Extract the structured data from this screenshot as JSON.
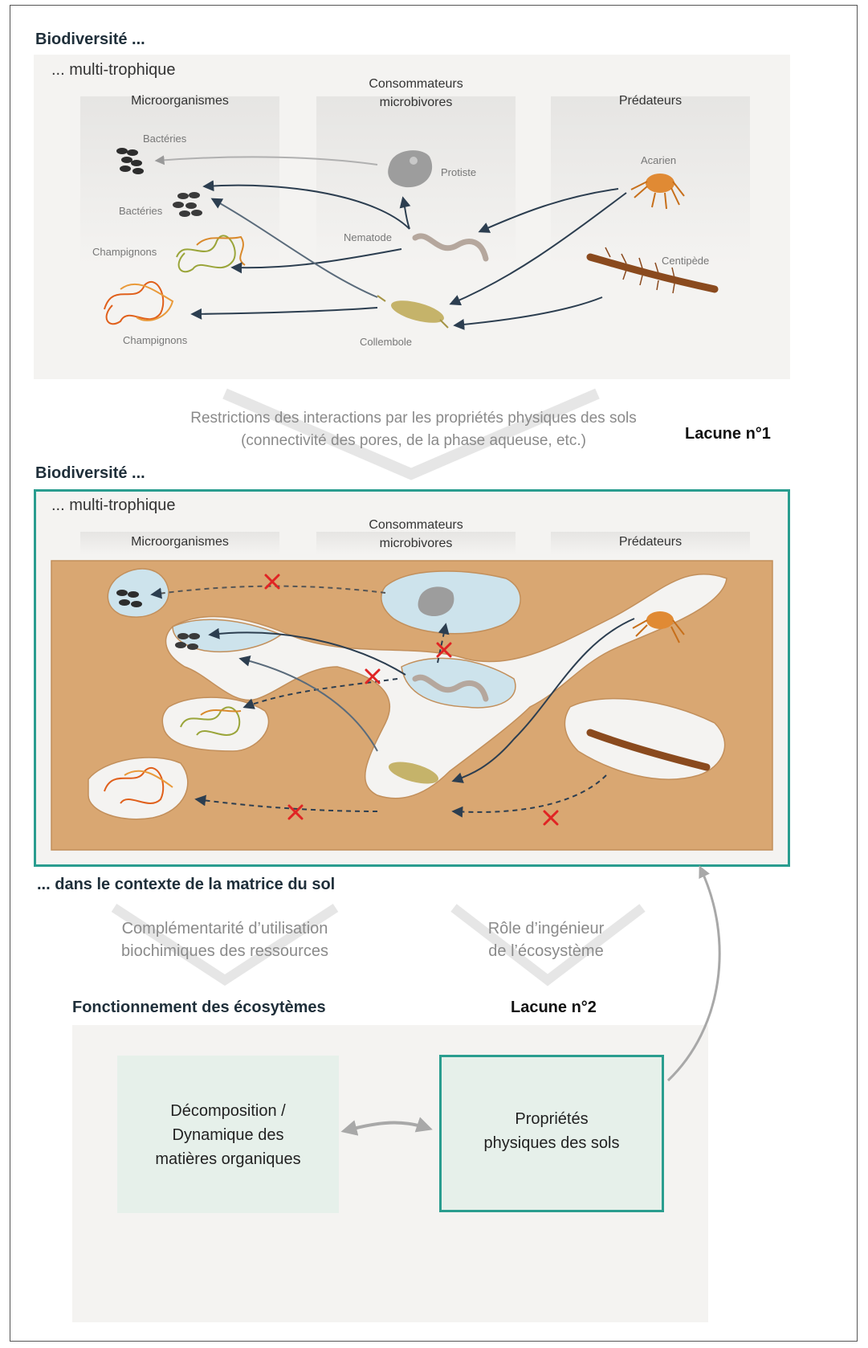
{
  "section1": {
    "title": "Biodiversité ...",
    "subtitle": "... multi-trophique",
    "columns": [
      "Microorganismes",
      "Consommateurs\nmicrobivores",
      "Prédateurs"
    ],
    "organisms": {
      "bacteria1": "Bactéries",
      "bacteria2": "Bactéries",
      "fungi1": "Champignons",
      "fungi2": "Champignons",
      "protist": "Protiste",
      "nematode": "Nematode",
      "collembola": "Collembole",
      "mite": "Acarien",
      "centipede": "Centipède"
    }
  },
  "transition1": {
    "text_line1": "Restrictions des interactions par les propriétés physiques des sols",
    "text_line2": "(connectivité des pores, de la phase aqueuse, etc.)",
    "gap": "Lacune n°1"
  },
  "section2": {
    "title": "Biodiversité ...",
    "subtitle": "... multi-trophique",
    "columns": [
      "Microorganismes",
      "Consommateurs\nmicrobivores",
      "Prédateurs"
    ],
    "context": "... dans le contexte de la matrice du sol"
  },
  "transition2": {
    "left_line1": "Complémentarité d’utilisation",
    "left_line2": "biochimiques des ressources",
    "right_line1": "Rôle d’ingénieur",
    "right_line2": "de l’écosystème"
  },
  "section3": {
    "title": "Fonctionnement des écosytèmes",
    "gap": "Lacune n°2",
    "box_left": "Décomposition /\nDynamique des\nmatières organiques",
    "box_right": "Propriétés\nphysiques des sols"
  },
  "colors": {
    "teal": "#2a9d8f",
    "soil": "#d9a772",
    "water": "#cde3ec",
    "cross": "#e02424",
    "arrow": "#2c3e50"
  }
}
